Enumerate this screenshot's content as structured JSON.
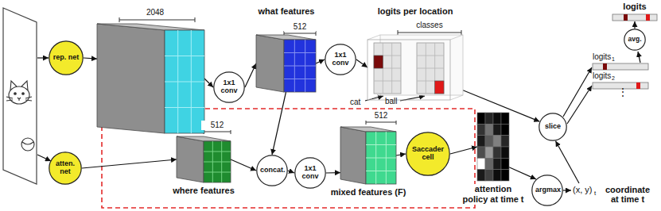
{
  "diagram": {
    "nodes": [
      {
        "text": [
          "rep. net"
        ]
      },
      {
        "text": [
          "2048"
        ]
      },
      {
        "text": [
          "1x1 conv"
        ]
      },
      {
        "text": [
          "what features",
          "512"
        ]
      },
      {
        "text": [
          "1x1 conv"
        ]
      },
      {
        "text": [
          "logits per location",
          "classes"
        ]
      },
      {
        "text": [
          "slice"
        ]
      },
      {
        "text": [
          "avg."
        ]
      },
      {
        "text": [
          "atten. net"
        ]
      },
      {
        "text": [
          "512",
          "where features"
        ]
      },
      {
        "text": [
          "concat."
        ]
      },
      {
        "text": [
          "1x1 conv"
        ]
      },
      {
        "text": [
          "512",
          "mixed features (F)"
        ]
      },
      {
        "text": [
          "Saccader cell"
        ]
      },
      {
        "text": [
          "attention policy at time t"
        ]
      },
      {
        "text": [
          "argmax"
        ]
      }
    ],
    "edges": [
      {
        "from": 0,
        "to": 1,
        "arrow": "to"
      },
      {
        "from": 1,
        "to": 2,
        "arrow": "to"
      },
      {
        "from": 2,
        "to": 3,
        "arrow": "to"
      },
      {
        "from": 3,
        "to": 4,
        "arrow": "to"
      },
      {
        "from": 4,
        "to": 5,
        "arrow": "to"
      },
      {
        "from": 5,
        "to": 6,
        "arrow": "to"
      },
      {
        "from": 8,
        "to": 9,
        "arrow": "to"
      },
      {
        "from": 9,
        "to": 10,
        "arrow": "to"
      },
      {
        "from": 3,
        "to": 10,
        "arrow": "to"
      },
      {
        "from": 10,
        "to": 11,
        "arrow": "to"
      },
      {
        "from": 11,
        "to": 12,
        "arrow": "to"
      },
      {
        "from": 12,
        "to": 13,
        "arrow": "to"
      },
      {
        "from": 13,
        "to": 14,
        "arrow": "to"
      },
      {
        "from": 14,
        "to": 15,
        "arrow": "to"
      }
    ],
    "labels": [
      "logits",
      "cat",
      "ball",
      "logits",
      "1",
      "logits",
      "2",
      "⋮",
      "(x, y)",
      "t",
      "coordinate at time t"
    ]
  }
}
